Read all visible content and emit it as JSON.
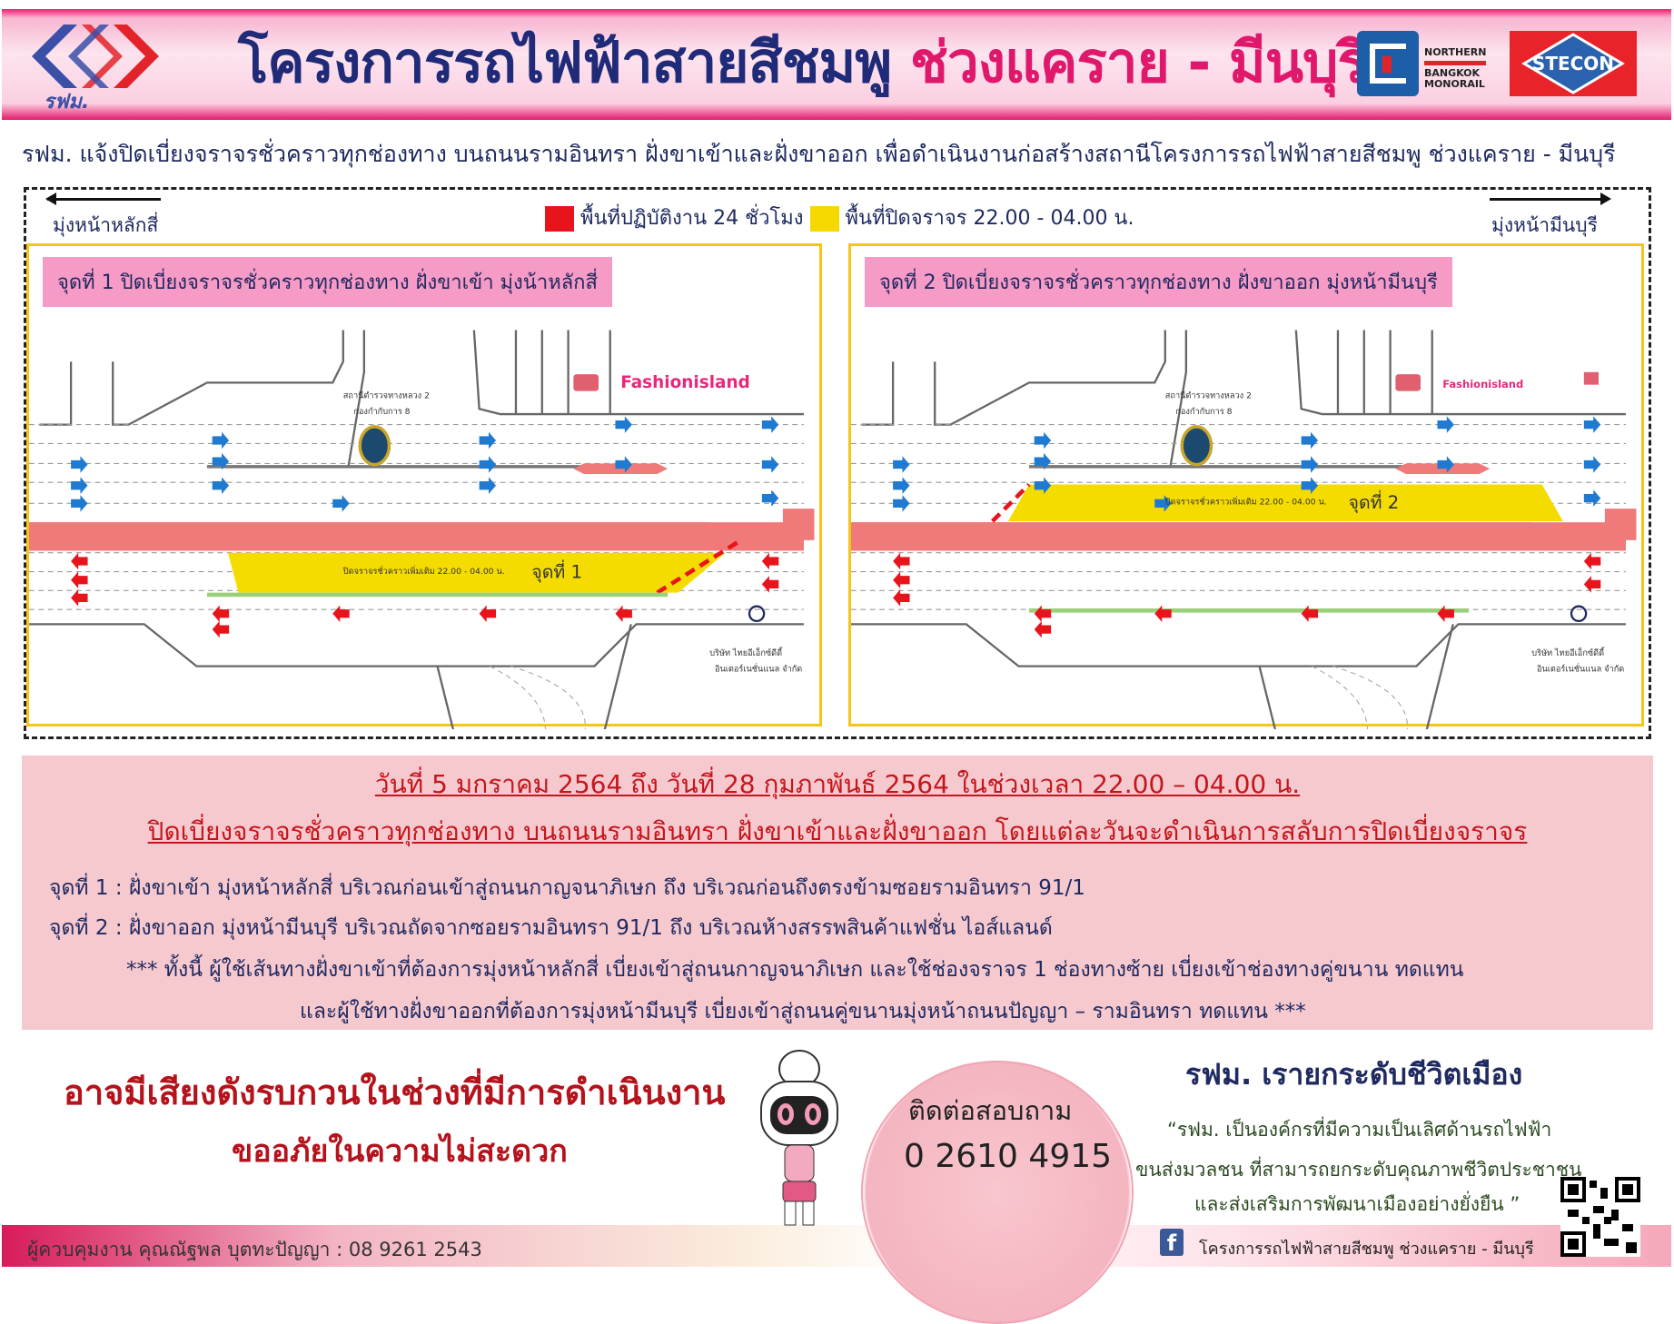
{
  "header": {
    "title_main": "โครงการรถไฟฟ้าสายสีชมพู",
    "title_highlight": "ช่วงแคราย - มีนบุรี",
    "logo_left_text": "รฟม.",
    "logo_nbm_lines": [
      "NORTHERN",
      "BANGKOK",
      "MONORAIL"
    ],
    "logo_stecon": "STECON"
  },
  "subtitle": "รฟม. แจ้งปิดเบี่ยงจราจรชั่วคราวทุกช่องทาง บนถนนรามอินทรา ฝั่งขาเข้าและฝั่งขาออก เพื่อดำเนินงานก่อสร้างสถานีโครงการรถไฟฟ้าสายสีชมพู ช่วงแคราย - มีนบุรี",
  "directions": {
    "left": "มุ่งหน้าหลักสี่",
    "right": "มุ่งหน้ามีนบุรี"
  },
  "legend": [
    {
      "label": "พื้นที่ปฏิบัติงาน 24 ชั่วโมง",
      "color": "#e8141c"
    },
    {
      "label": "พื้นที่ปิดจราจร 22.00 - 04.00 น.",
      "color": "#f5d800"
    }
  ],
  "panels": [
    {
      "title": "จุดที่ 1 ปิดเบี่ยงจราจรชั่วคราวทุกช่องทาง ฝั่งขาเข้า มุ่งน้าหลักสี่",
      "zone_label": "จุดที่ 1",
      "closure_note": "ปิดจราจรชั่วคราวเพิ่มเติม 22.00 - 04.00 น.",
      "police_lines": [
        "สถานีตำรวจทางหลวง 2",
        "กองกำกับการ 8"
      ],
      "company_lines": [
        "บริษัท ไทยอีเอ็กซ์ดีดี้",
        "อินเตอร์เนชั่นแนล จำกัด"
      ],
      "mall": "Fashionisland"
    },
    {
      "title": "จุดที่ 2 ปิดเบี่ยงจราจรชั่วคราวทุกช่องทาง ฝั่งขาออก มุ่งหน้ามีนบุรี",
      "zone_label": "จุดที่ 2",
      "closure_note": "ปิดจราจรชั่วคราวเพิ่มเติม 22.00 - 04.00 น.",
      "police_lines": [
        "สถานีตำรวจทางหลวง 2",
        "กองกำกับการ 8"
      ],
      "company_lines": [
        "บริษัท ไทยอีเอ็กซ์ดีดี้",
        "อินเตอร์เนชั่นแนล จำกัด"
      ],
      "mall": "Fashionisland"
    }
  ],
  "info": {
    "date_line": "วันที่ 5 มกราคม 2564 ถึง วันที่ 28 กุมภาพันธ์ 2564 ในช่วงเวลา 22.00 – 04.00 น.",
    "closure_line": "ปิดเบี่ยงจราจรชั่วคราวทุกช่องทาง บนถนนรามอินทรา ฝั่งขาเข้าและฝั่งขาออก โดยแต่ละวันจะดำเนินการสลับการปิดเบี่ยงจราจร",
    "point1": "จุดที่ 1 : ฝั่งขาเข้า มุ่งหน้าหลักสี่ บริเวณก่อนเข้าสู่ถนนกาญจนาภิเษก ถึง บริเวณก่อนถึงตรงข้ามซอยรามอินทรา 91/1",
    "point2": "จุดที่ 2 : ฝั่งขาออก มุ่งหน้ามีนบุรี บริเวณถัดจากซอยรามอินทรา 91/1 ถึง บริเวณห้างสรรพสินค้าแฟชั่น ไอส์แลนด์",
    "note1": "*** ทั้งนี้ ผู้ใช้เส้นทางฝั่งขาเข้าที่ต้องการมุ่งหน้าหลักสี่ เบี่ยงเข้าสู่ถนนกาญจนาภิเษก และใช้ช่องจราจร 1 ช่องทางซ้าย เบี่ยงเข้าช่องทางคู่ขนาน ทดแทน",
    "note2": "และผู้ใช้ทางฝั่งขาออกที่ต้องการมุ่งหน้ามีนบุรี เบี่ยงเข้าสู่ถนนคู่ขนานมุ่งหน้าถนนปัญญา – รามอินทรา ทดแทน ***"
  },
  "bottom": {
    "noise": "อาจมีเสียงดังรบกวนในช่วงที่มีการดำเนินงาน",
    "apology": "ขออภัยในความไม่สะดวก",
    "contact_label": "ติดต่อสอบถาม",
    "contact_phone": "0 2610 4915",
    "motto": "รฟม. เรายกระดับชีวิตเมือง",
    "quote": [
      "“รฟม. เป็นองค์กรที่มีความเป็นเลิศด้านรถไฟฟ้า",
      "ขนส่งมวลชน ที่สามารถยกระดับคุณภาพชีวิตประชาชน",
      "และส่งเสริมการพัฒนาเมืองอย่างยั่งยืน ”"
    ],
    "supervisor": "ผู้ควบคุมงาน คุณณัฐพล บุตทะปัญญา : 08 9261 2543",
    "facebook_label": "โครงการรถไฟฟ้าสายสีชมพู ช่วงแคราย - มีนบุรี"
  }
}
